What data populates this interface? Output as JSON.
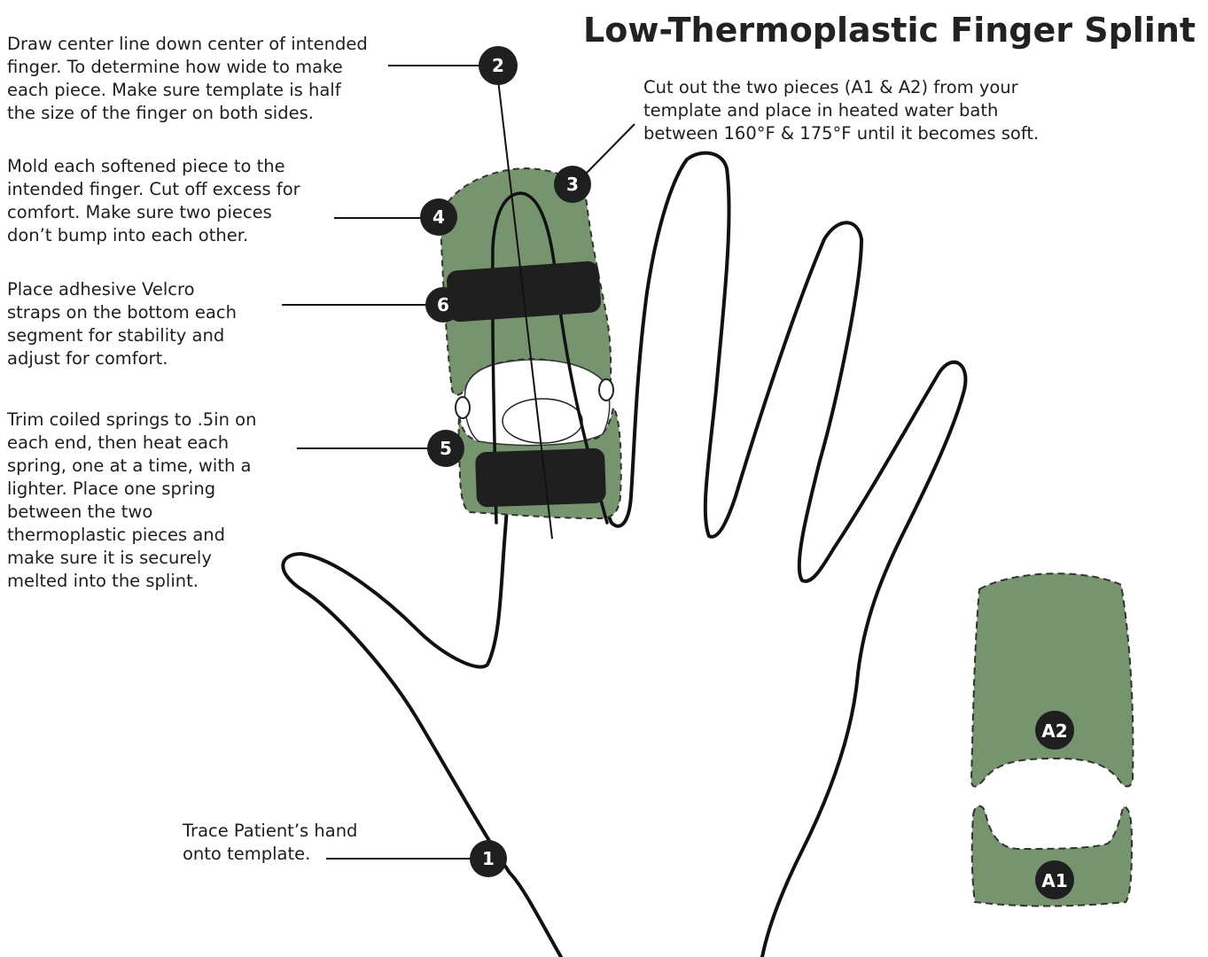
{
  "title": "Low-Thermoplastic Finger Splint",
  "steps": {
    "s1": {
      "number": "1",
      "text": "Trace Patient’s hand\nonto template."
    },
    "s2": {
      "number": "2",
      "text": "Draw center line down center of intended\nfinger. To determine how wide to make\neach piece. Make sure template is half\nthe size of the finger on both sides."
    },
    "s3": {
      "number": "3",
      "text": "Cut out the two pieces (A1 & A2) from your\ntemplate and place in heated water bath\nbetween 160°F & 175°F until it becomes soft."
    },
    "s4": {
      "number": "4",
      "text": "Mold each softened piece to the\nintended finger. Cut off excess for\ncomfort. Make sure two pieces\ndon’t bump into each other."
    },
    "s5": {
      "number": "5",
      "text": "Trim coiled springs to .5in on\neach end, then heat each\nspring, one at a time, with a\nlighter. Place one spring\nbetween the two\nthermoplastic pieces and\nmake sure it is securely\nmelted into the splint."
    },
    "s6": {
      "number": "6",
      "text": "Place adhesive Velcro\nstraps on the bottom each\nsegment for stability and\nadjust for comfort."
    }
  },
  "pieces": {
    "a1": "A1",
    "a2": "A2"
  },
  "colors": {
    "splint_green": "#76956e",
    "strap": "#1f1f1f",
    "badge": "#1f1f1f",
    "outline": "#111111"
  }
}
